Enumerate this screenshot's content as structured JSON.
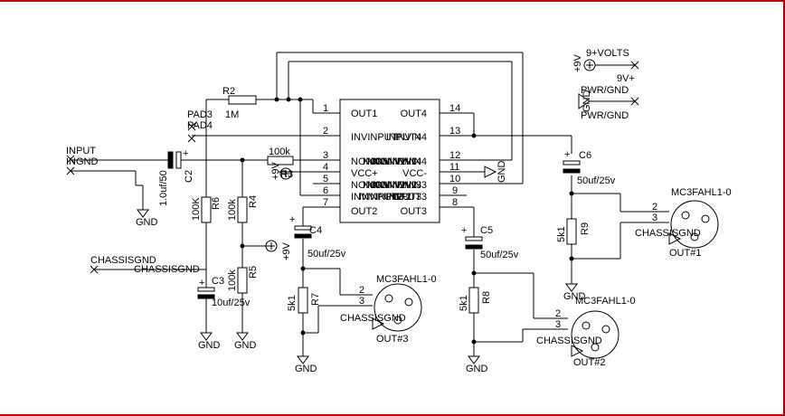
{
  "colors": {
    "wire": "#000000",
    "frame": "#b00000",
    "background": "#ffffff"
  },
  "ic": {
    "left_pins": [
      {
        "num": "1",
        "name": "OUT1"
      },
      {
        "num": "2",
        "name": "INVINPUT"
      },
      {
        "num": "3",
        "name": "NONINVIN1"
      },
      {
        "num": "4",
        "name": "VCC+"
      },
      {
        "num": "5",
        "name": "NONINVIN2"
      },
      {
        "num": "6",
        "name": "INVINPUT2"
      },
      {
        "num": "7",
        "name": "OUT2"
      }
    ],
    "right_pins": [
      {
        "num": "14",
        "name": "OUT4"
      },
      {
        "num": "13",
        "name": "INVIN4"
      },
      {
        "num": "12",
        "name": "NONINVIN4"
      },
      {
        "num": "11",
        "name": "VCC-"
      },
      {
        "num": "10",
        "name": "NONINVIN3"
      },
      {
        "num": "9",
        "name": "INPUT3"
      },
      {
        "num": "8",
        "name": "OUT3"
      }
    ],
    "overlap_left": {
      "pin3": "NONINVIN1",
      "pin5": "NONINVIN2",
      "pin6": "INVINPUT2"
    },
    "overlap_right": {
      "pin13": "INPUT4",
      "pin12": "NONINVIN4",
      "pin10": "NONINVIN3",
      "pin9": "INPUT3"
    }
  },
  "parts": {
    "r2": {
      "ref": "R2",
      "value": "1M"
    },
    "pad3": "PAD3",
    "pad4": "PAD4",
    "input_label": "INPUT",
    "input_gnd": "INGND",
    "c2": {
      "ref": "C2",
      "value": "1.0uf/50"
    },
    "r6": {
      "ref": "R6",
      "value": "100K"
    },
    "r4": {
      "ref": "R4",
      "value": "100k"
    },
    "r5": {
      "ref": "R5",
      "value": "100k"
    },
    "r3": {
      "ref": "R3",
      "value": "100k"
    },
    "c3": {
      "ref": "C3",
      "value": "10uf/25v"
    },
    "c4": {
      "ref": "C4",
      "value": "50uf/25v"
    },
    "c5": {
      "ref": "C5",
      "value": "50uf/25v"
    },
    "c6": {
      "ref": "C6",
      "value": "50uf/25v"
    },
    "r7": {
      "ref": "R7",
      "value": "5k1"
    },
    "r8": {
      "ref": "R8",
      "value": "5k1"
    },
    "r9": {
      "ref": "R9",
      "value": "5k1"
    },
    "chassis1": "CHASSISGND",
    "chassis2": "CHASSISGND",
    "plus9": "+9V",
    "gnd": "GND",
    "nine_volts": "9+VOLTS",
    "nine_v_plus": "9V+",
    "pwr_gnd": "PWR/GND"
  },
  "connectors": [
    {
      "part": "MC3FAHL1-0",
      "out": "OUT#1",
      "pin2": "2",
      "pin3": "3",
      "chassis": "CHASSISGND"
    },
    {
      "part": "MC3FAHL1-0",
      "out": "OUT#2",
      "pin2": "2",
      "pin3": "3",
      "chassis": "CHASSISGND"
    },
    {
      "part": "MC3FAHL1-0",
      "out": "OUT#3",
      "pin2": "2",
      "pin3": "3",
      "chassis": "CHASSISGND"
    }
  ]
}
